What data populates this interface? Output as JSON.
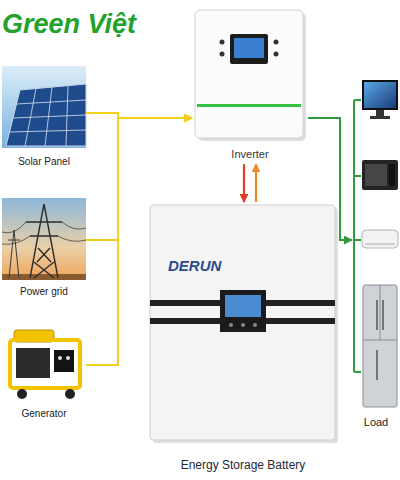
{
  "diagram": {
    "nodes": [
      {
        "text": [
          "Solar Panel"
        ]
      },
      {
        "text": [
          "Power grid"
        ]
      },
      {
        "text": [
          "Generator"
        ]
      },
      {
        "text": [
          "Inverter"
        ]
      },
      {
        "text": [
          "DERUN",
          "Energy Storage Battery"
        ]
      },
      {
        "text": [
          "Load"
        ]
      }
    ],
    "edges": [
      {
        "from": 0,
        "to": 3,
        "arrow": "to"
      },
      {
        "from": 1,
        "to": 3,
        "arrow": "to"
      },
      {
        "from": 2,
        "to": 3,
        "arrow": "to"
      },
      {
        "from": 3,
        "to": 4,
        "arrow": "both"
      },
      {
        "from": 3,
        "to": 5,
        "arrow": "to"
      }
    ],
    "labels": [
      "Green Việt"
    ]
  }
}
